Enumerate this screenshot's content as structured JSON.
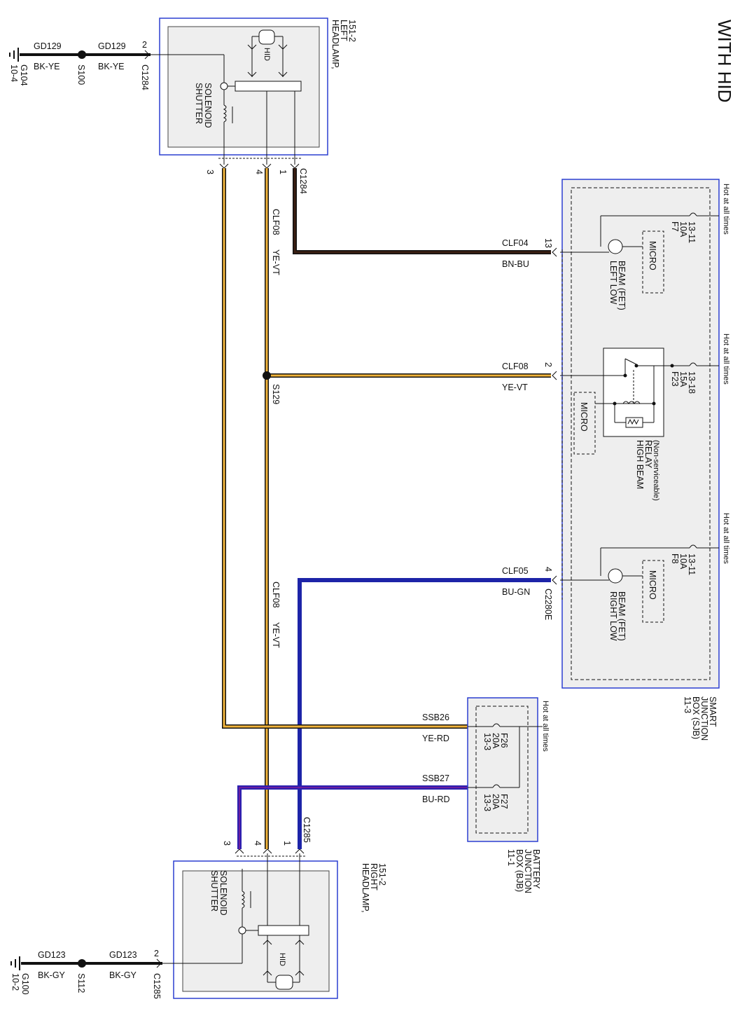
{
  "title": "WITH HID",
  "colors": {
    "box_border": "#2b3fd1",
    "box_fill": "#f2f2f2",
    "BN-BU": "#3b1f12",
    "YE-VT": "#f0b33a",
    "BU-GN": "#1d24a8",
    "YE-RD": "#f0b33a",
    "BU-RD": "#2a1fb0",
    "BK": "#000000"
  },
  "headlamp_left": {
    "name_1": "HEADLAMP,",
    "name_2": "LEFT",
    "ref": "151-2",
    "lamp": "HID",
    "solenoid_1": "SHUTTER",
    "solenoid_2": "SOLENOID",
    "connector": "C1284",
    "pin_gnd": "2",
    "pin_3": "3",
    "pin_4": "4",
    "pin_1": "1"
  },
  "headlamp_right": {
    "name_1": "HEADLAMP,",
    "name_2": "RIGHT",
    "ref": "151-2",
    "lamp": "HID",
    "solenoid_1": "SHUTTER",
    "solenoid_2": "SOLENOID",
    "connector": "C1285",
    "pin_gnd": "2",
    "pin_3": "3",
    "pin_4": "4",
    "pin_1": "1"
  },
  "ground_left": {
    "circuit": "GD129",
    "color": "BK-YE",
    "splice": "S100",
    "ground": "G104",
    "ground_ref": "10-4"
  },
  "ground_right": {
    "circuit": "GD123",
    "color": "BK-GY",
    "splice": "S112",
    "ground": "G100",
    "ground_ref": "10-2"
  },
  "sjb": {
    "name_1": "SMART",
    "name_2": "JUNCTION",
    "name_3": "BOX (SJB)",
    "ref": "11-3",
    "connector": "C2280E",
    "hot": "Hot at all times",
    "micro": "MICRO",
    "f7": {
      "name": "F7",
      "rating": "10A",
      "ref": "13-11"
    },
    "f23": {
      "name": "F23",
      "rating": "15A",
      "ref": "13-18"
    },
    "f8": {
      "name": "F8",
      "rating": "10A",
      "ref": "13-11"
    },
    "left_low_1": "LEFT LOW",
    "left_low_2": "BEAM (FET)",
    "right_low_1": "RIGHT LOW",
    "right_low_2": "BEAM (FET)",
    "relay_1": "HIGH BEAM",
    "relay_2": "RELAY",
    "relay_3": "(Non-serviceable)",
    "pin_13": "13",
    "pin_2": "2",
    "pin_4": "4"
  },
  "bjb": {
    "name_1": "BATTERY",
    "name_2": "JUNCTION",
    "name_3": "BOX (BJB)",
    "ref": "11-1",
    "hot": "Hot at all times",
    "f26": {
      "name": "F26",
      "rating": "20A",
      "ref": "13-3"
    },
    "f27": {
      "name": "F27",
      "rating": "20A",
      "ref": "13-3"
    }
  },
  "wires": {
    "clf04": {
      "circuit": "CLF04",
      "color": "BN-BU"
    },
    "clf08": {
      "circuit": "CLF08",
      "color": "YE-VT"
    },
    "clf05": {
      "circuit": "CLF05",
      "color": "BU-GN"
    },
    "ssb26": {
      "circuit": "SSB26",
      "color": "YE-RD"
    },
    "ssb27": {
      "circuit": "SSB27",
      "color": "BU-RD"
    },
    "clf08_v1": {
      "circuit": "CLF08",
      "color": "YE-VT"
    },
    "clf08_v2": {
      "circuit": "CLF08",
      "color": "YE-VT"
    },
    "splice": "S129"
  }
}
